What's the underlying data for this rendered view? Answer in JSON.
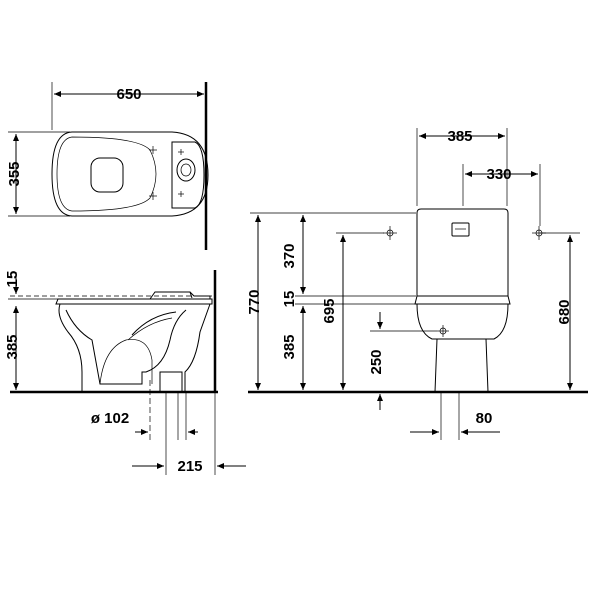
{
  "top_view": {
    "width_label": "650",
    "depth_label": "355"
  },
  "side_view": {
    "top_offset_label": "15",
    "seat_height_label": "385",
    "outlet_diameter_label": "ø 102",
    "outlet_distance_label": "215"
  },
  "front_view": {
    "cistern_width_label": "385",
    "fixing_spacing_label": "330",
    "total_height_label": "770",
    "cistern_height_label": "370",
    "seat_gap_label": "15",
    "bowl_height_label": "385",
    "fixing_height_label": "695",
    "inlet_height_label": "250",
    "right_fixing_height_label": "680",
    "pedestal_width_label": "80"
  }
}
